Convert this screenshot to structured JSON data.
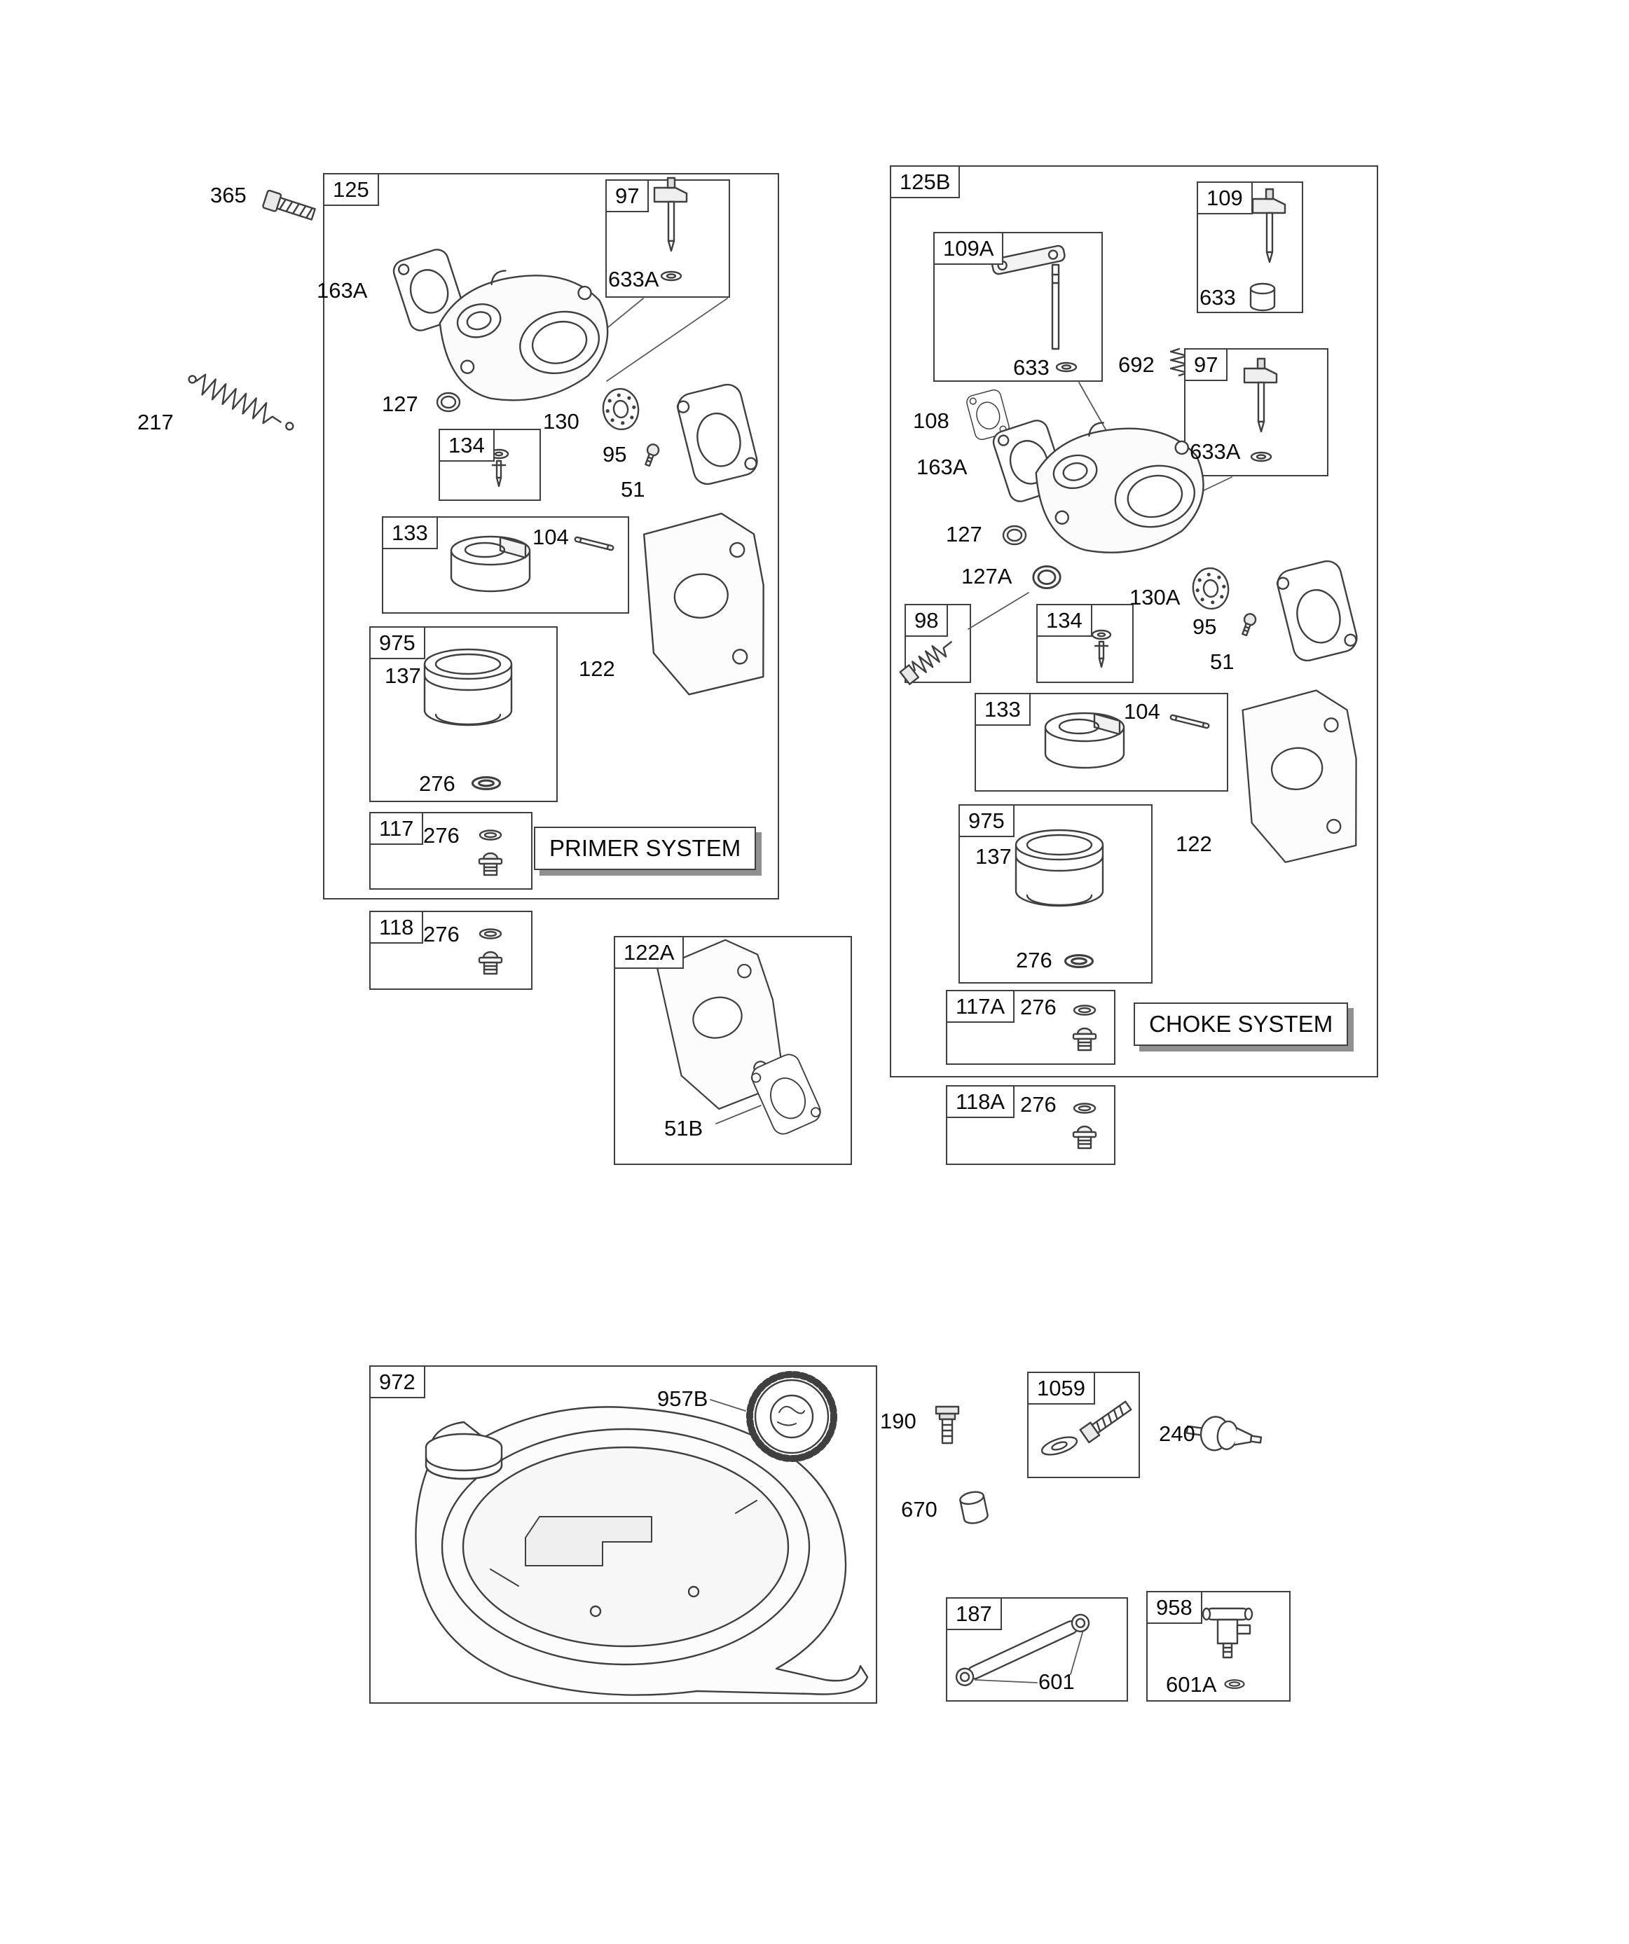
{
  "primer_system": {
    "group_tag": "125",
    "title": "PRIMER SYSTEM",
    "boxes": {
      "b97": "97",
      "b134": "134",
      "b133": "133",
      "b975": "975",
      "b117": "117",
      "b118": "118",
      "b122A": "122A"
    },
    "callouts": {
      "c365": "365",
      "c163A": "163A",
      "c633A": "633A",
      "c217": "217",
      "c127": "127",
      "c130": "130",
      "c95": "95",
      "c51": "51",
      "c104": "104",
      "c122": "122",
      "c137": "137",
      "c276": "276",
      "c51B": "51B"
    }
  },
  "choke_system": {
    "group_tag": "125B",
    "title": "CHOKE SYSTEM",
    "boxes": {
      "b109A": "109A",
      "b109": "109",
      "b97": "97",
      "b98": "98",
      "b134": "134",
      "b133": "133",
      "b975": "975",
      "b117A": "117A",
      "b118A": "118A"
    },
    "callouts": {
      "c633": "633",
      "c692": "692",
      "c633A": "633A",
      "c108": "108",
      "c163A": "163A",
      "c127": "127",
      "c127A": "127A",
      "c130A": "130A",
      "c95": "95",
      "c51": "51",
      "c104": "104",
      "c122": "122",
      "c137": "137",
      "c276": "276"
    }
  },
  "fuel_system": {
    "boxes": {
      "b972": "972",
      "b1059": "1059",
      "b187": "187",
      "b958": "958"
    },
    "callouts": {
      "c957B": "957B",
      "c190": "190",
      "c240": "240",
      "c670": "670",
      "c601": "601",
      "c601A": "601A"
    }
  }
}
